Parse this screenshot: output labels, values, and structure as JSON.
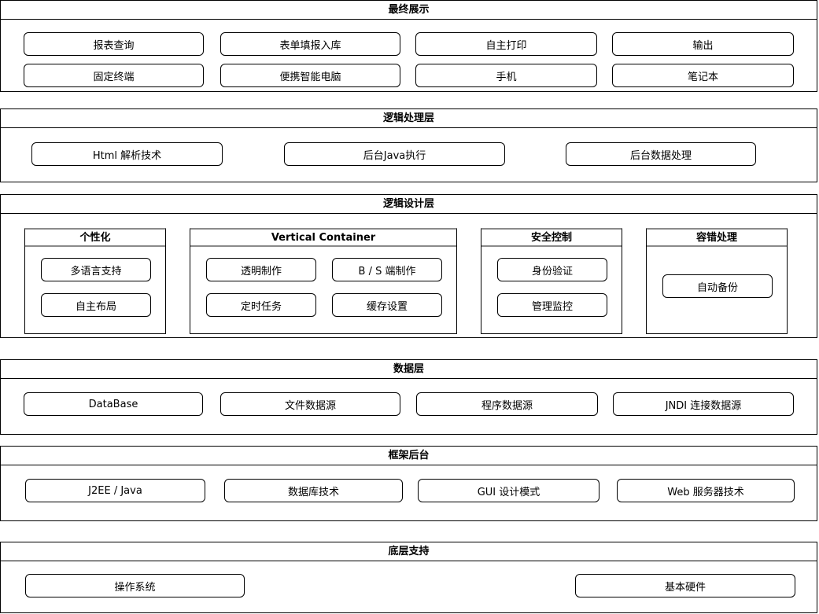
{
  "diagram": {
    "colors": {
      "border": "#000000",
      "lane_accent": "#8a8a8a",
      "background": "#ffffff"
    },
    "layers": [
      {
        "title": "最终展示",
        "buttons": [
          "报表查询",
          "表单填报入库",
          "自主打印",
          "输出",
          "固定终端",
          "便携智能电脑",
          "手机",
          "笔记本"
        ]
      },
      {
        "title": "逻辑处理层",
        "buttons": [
          "Html 解析技术",
          "后台Java执行",
          "后台数据处理"
        ]
      },
      {
        "title": "逻辑设计层",
        "groups": [
          {
            "title": "个性化",
            "items": [
              "多语言支持",
              "自主布局"
            ]
          },
          {
            "title": "Vertical Container",
            "items": [
              "透明制作",
              "B / S 端制作",
              "定时任务",
              "缓存设置"
            ]
          },
          {
            "title": "安全控制",
            "items": [
              "身份验证",
              "管理监控"
            ]
          },
          {
            "title": "容错处理",
            "items": [
              "自动备份"
            ]
          }
        ]
      },
      {
        "title": "数据层",
        "buttons": [
          "DataBase",
          "文件数据源",
          "程序数据源",
          "JNDI 连接数据源"
        ]
      },
      {
        "title": "框架后台",
        "buttons": [
          "J2EE / Java",
          "数据库技术",
          "GUI 设计模式",
          "Web 服务器技术"
        ]
      },
      {
        "title": "底层支持",
        "buttons": [
          "操作系统",
          "基本硬件"
        ]
      }
    ]
  }
}
